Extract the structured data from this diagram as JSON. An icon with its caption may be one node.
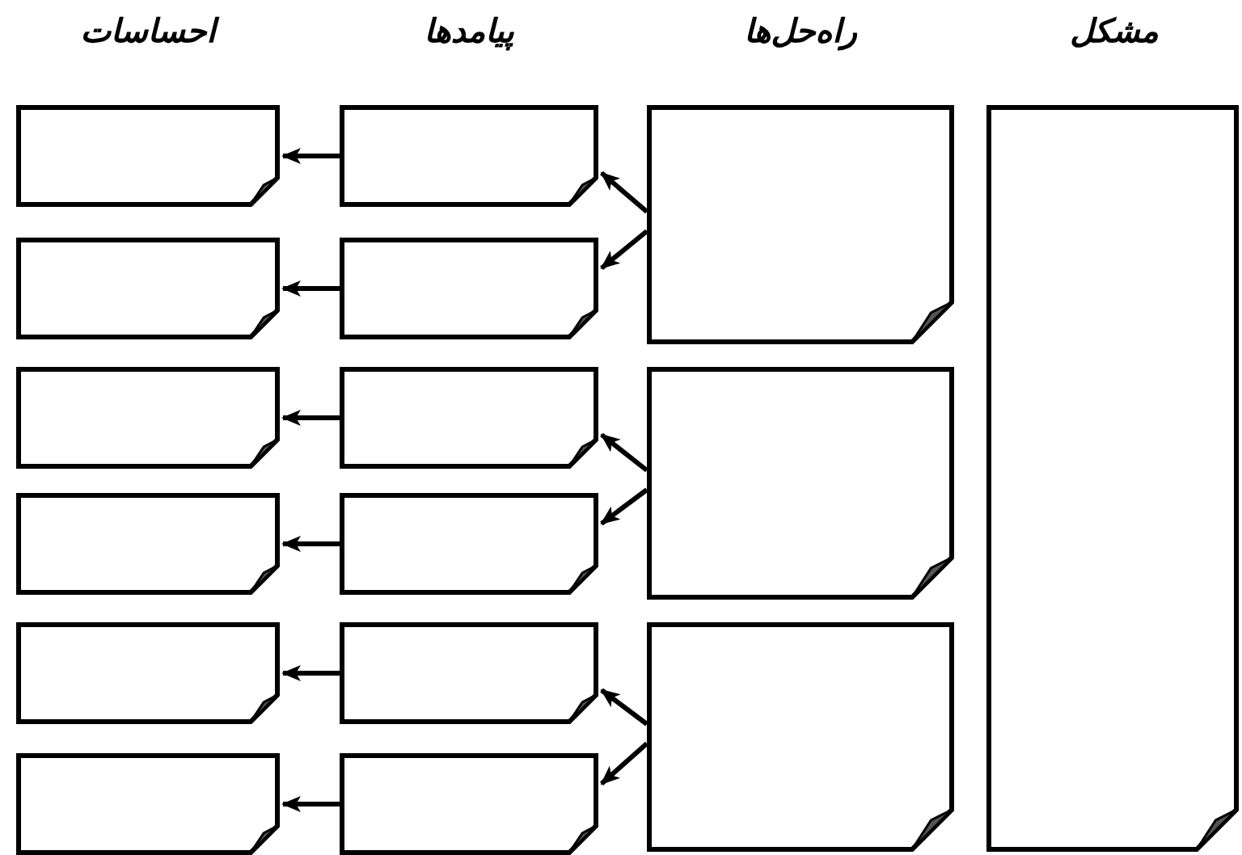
{
  "diagram": {
    "nodes": [
      {
        "text": [],
        "shape": "box"
      },
      {
        "text": [],
        "shape": "box"
      },
      {
        "text": [],
        "shape": "box"
      },
      {
        "text": [],
        "shape": "box"
      },
      {
        "text": [],
        "shape": "box"
      },
      {
        "text": [],
        "shape": "box"
      },
      {
        "text": [],
        "shape": "box"
      },
      {
        "text": [],
        "shape": "box"
      },
      {
        "text": [],
        "shape": "box"
      },
      {
        "text": [],
        "shape": "box"
      },
      {
        "text": [],
        "shape": "box"
      },
      {
        "text": [],
        "shape": "box"
      },
      {
        "text": [],
        "shape": "box"
      },
      {
        "text": [],
        "shape": "box"
      },
      {
        "text": [],
        "shape": "box"
      },
      {
        "text": [],
        "shape": "box"
      }
    ],
    "edges": [
      {
        "from": 1,
        "to": 4,
        "arrow": "to"
      },
      {
        "from": 1,
        "to": 5,
        "arrow": "to"
      },
      {
        "from": 2,
        "to": 6,
        "arrow": "to"
      },
      {
        "from": 2,
        "to": 7,
        "arrow": "to"
      },
      {
        "from": 3,
        "to": 8,
        "arrow": "to"
      },
      {
        "from": 3,
        "to": 9,
        "arrow": "to"
      },
      {
        "from": 4,
        "to": 10,
        "arrow": "to"
      },
      {
        "from": 5,
        "to": 11,
        "arrow": "to"
      },
      {
        "from": 6,
        "to": 12,
        "arrow": "to"
      },
      {
        "from": 7,
        "to": 13,
        "arrow": "to"
      },
      {
        "from": 8,
        "to": 14,
        "arrow": "to"
      },
      {
        "from": 9,
        "to": 15,
        "arrow": "to"
      }
    ],
    "labels": [
      "مشکل",
      "راه‌حل‌ها",
      "پیامدها",
      "احساسات"
    ]
  }
}
